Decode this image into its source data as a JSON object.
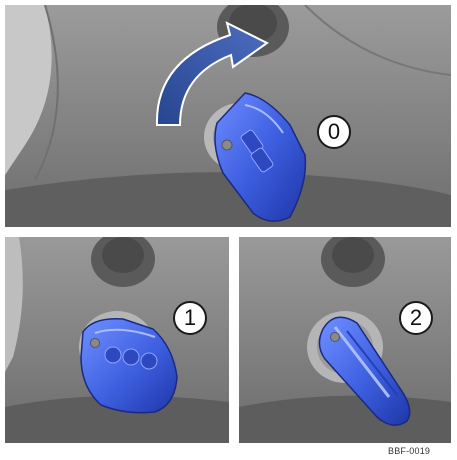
{
  "steps": [
    {
      "label": "0",
      "key_color": "#3d5fe0"
    },
    {
      "label": "1",
      "key_color": "#3d5fe0"
    },
    {
      "label": "2",
      "key_color": "#3d5fe0"
    }
  ],
  "arrow_color": "#26468f",
  "reference_code": "BBF-0019"
}
